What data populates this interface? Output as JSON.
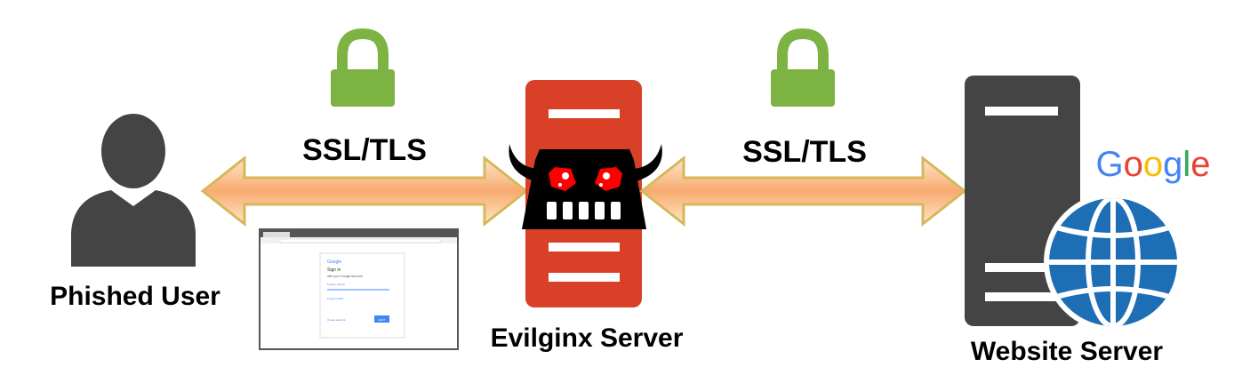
{
  "nodes": {
    "user": {
      "label": "Phished User"
    },
    "evilginx": {
      "label": "Evilginx Server",
      "color": "#d84127"
    },
    "website": {
      "label": "Website Server",
      "color": "#444444"
    }
  },
  "links": [
    {
      "label": "SSL/TLS",
      "icon": "lock-icon",
      "color": "#7cb342"
    },
    {
      "label": "SSL/TLS",
      "icon": "lock-icon",
      "color": "#7cb342"
    }
  ],
  "google_logo": {
    "text": "Google"
  },
  "login_page": {
    "logo": "Google",
    "title": "Sign in",
    "subtitle": "with your Google Account",
    "email_placeholder": "Email or phone",
    "forgot": "Forgot email?",
    "create": "Create account",
    "next": "NEXT"
  },
  "colors": {
    "globe": "#1e6eb5",
    "arrow_fill": "#f9b27a",
    "arrow_border": "#d6b85a"
  }
}
